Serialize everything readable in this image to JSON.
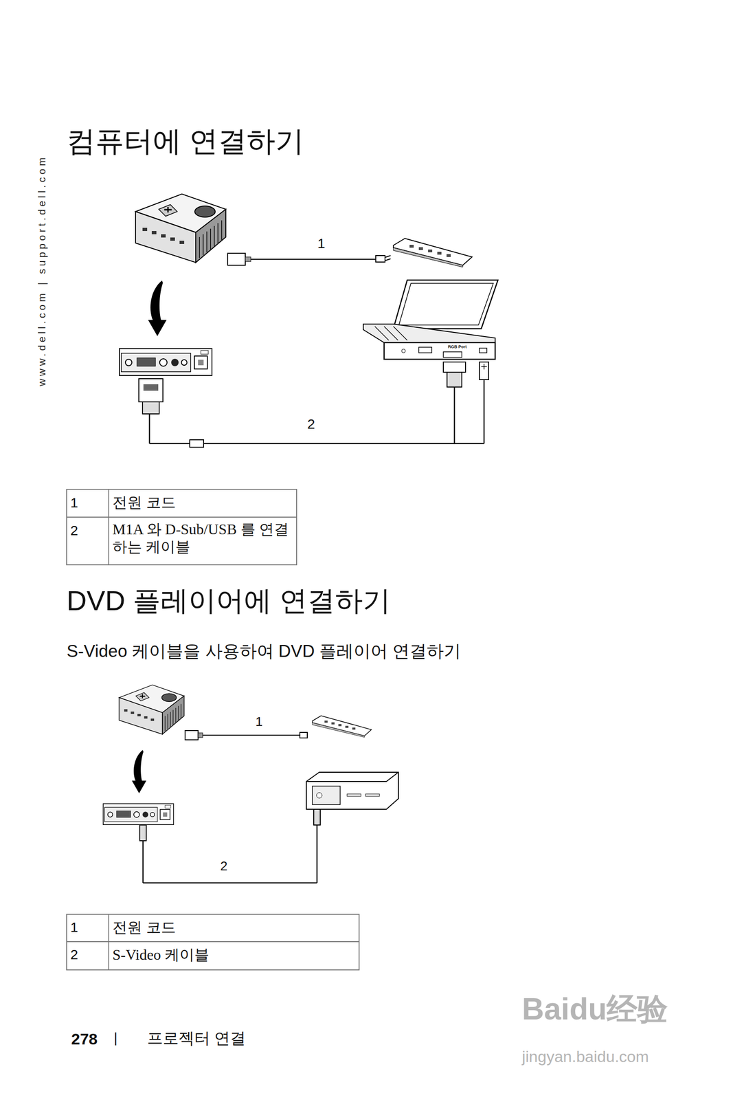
{
  "diagram": {
    "title": "컴퓨터에 연결하기",
    "labels": [
      "www.dell.com | support.dell.com",
      "1",
      "RGB Port",
      "2",
      "1",
      "전원 코드",
      "2",
      "M1A 와 D-Sub/USB 를 연결하는 케이블",
      "DVD 플레이어에 연결하기",
      "S-Video 케이블을 사용하여 DVD 플레이어 연결하기",
      "1",
      "2",
      "1",
      "전원 코드",
      "2",
      "S-Video 케이블",
      "278",
      "|",
      "프로젝터 연결",
      "Baidu经验",
      "jingyan.baidu.com"
    ]
  }
}
